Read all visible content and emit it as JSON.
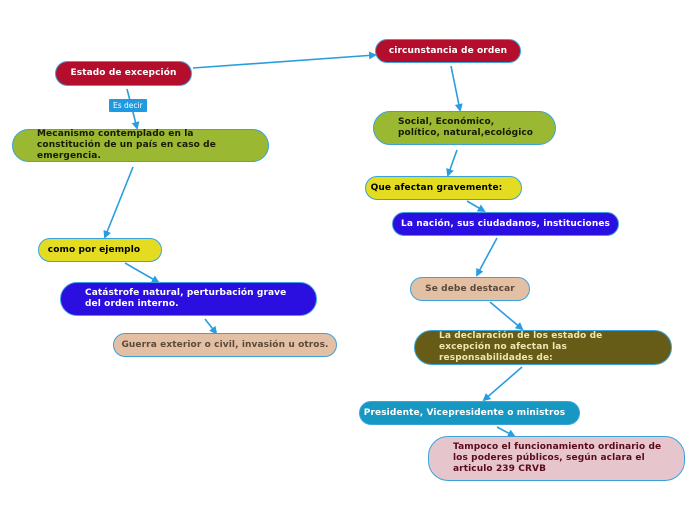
{
  "colors": {
    "link": "#2a9de0",
    "crimson": "#b50e2c",
    "olive_green": "#9ab832",
    "yellow": "#e4dc20",
    "blue_violet": "#2b0ee0",
    "tan": "#e3bfa3",
    "dark_olive": "#665c18",
    "teal": "#1698c2",
    "pink": "#e7c5cc"
  },
  "nodes": {
    "estado": "Estado de excepción",
    "es_decir": "Es decir",
    "mecanismo": "Mecanismo contemplado en la constitución de un país en caso de emergencia.",
    "como_por_ejemplo": "como por ejemplo",
    "catastrofe": "Catástrofe natural, perturbación grave del orden interno.",
    "guerra": "Guerra exterior o civil, invasión u otros.",
    "circunstancia": "circunstancia de orden",
    "social": "Social, Económico,  político, natural,ecológico",
    "que_afectan": "Que afectan gravemente:",
    "nacion": "La nación, sus ciudadanos, instituciones",
    "se_debe": "Se debe destacar",
    "declaracion": "La declaración de los estado de excepción no afectan las responsabilidades de:",
    "presidente": "Presidente, Vicepresidente o ministros",
    "tampoco": "Tampoco el funcionamiento ordinario de los poderes públicos, según aclara el articulo 239 CRVB"
  }
}
